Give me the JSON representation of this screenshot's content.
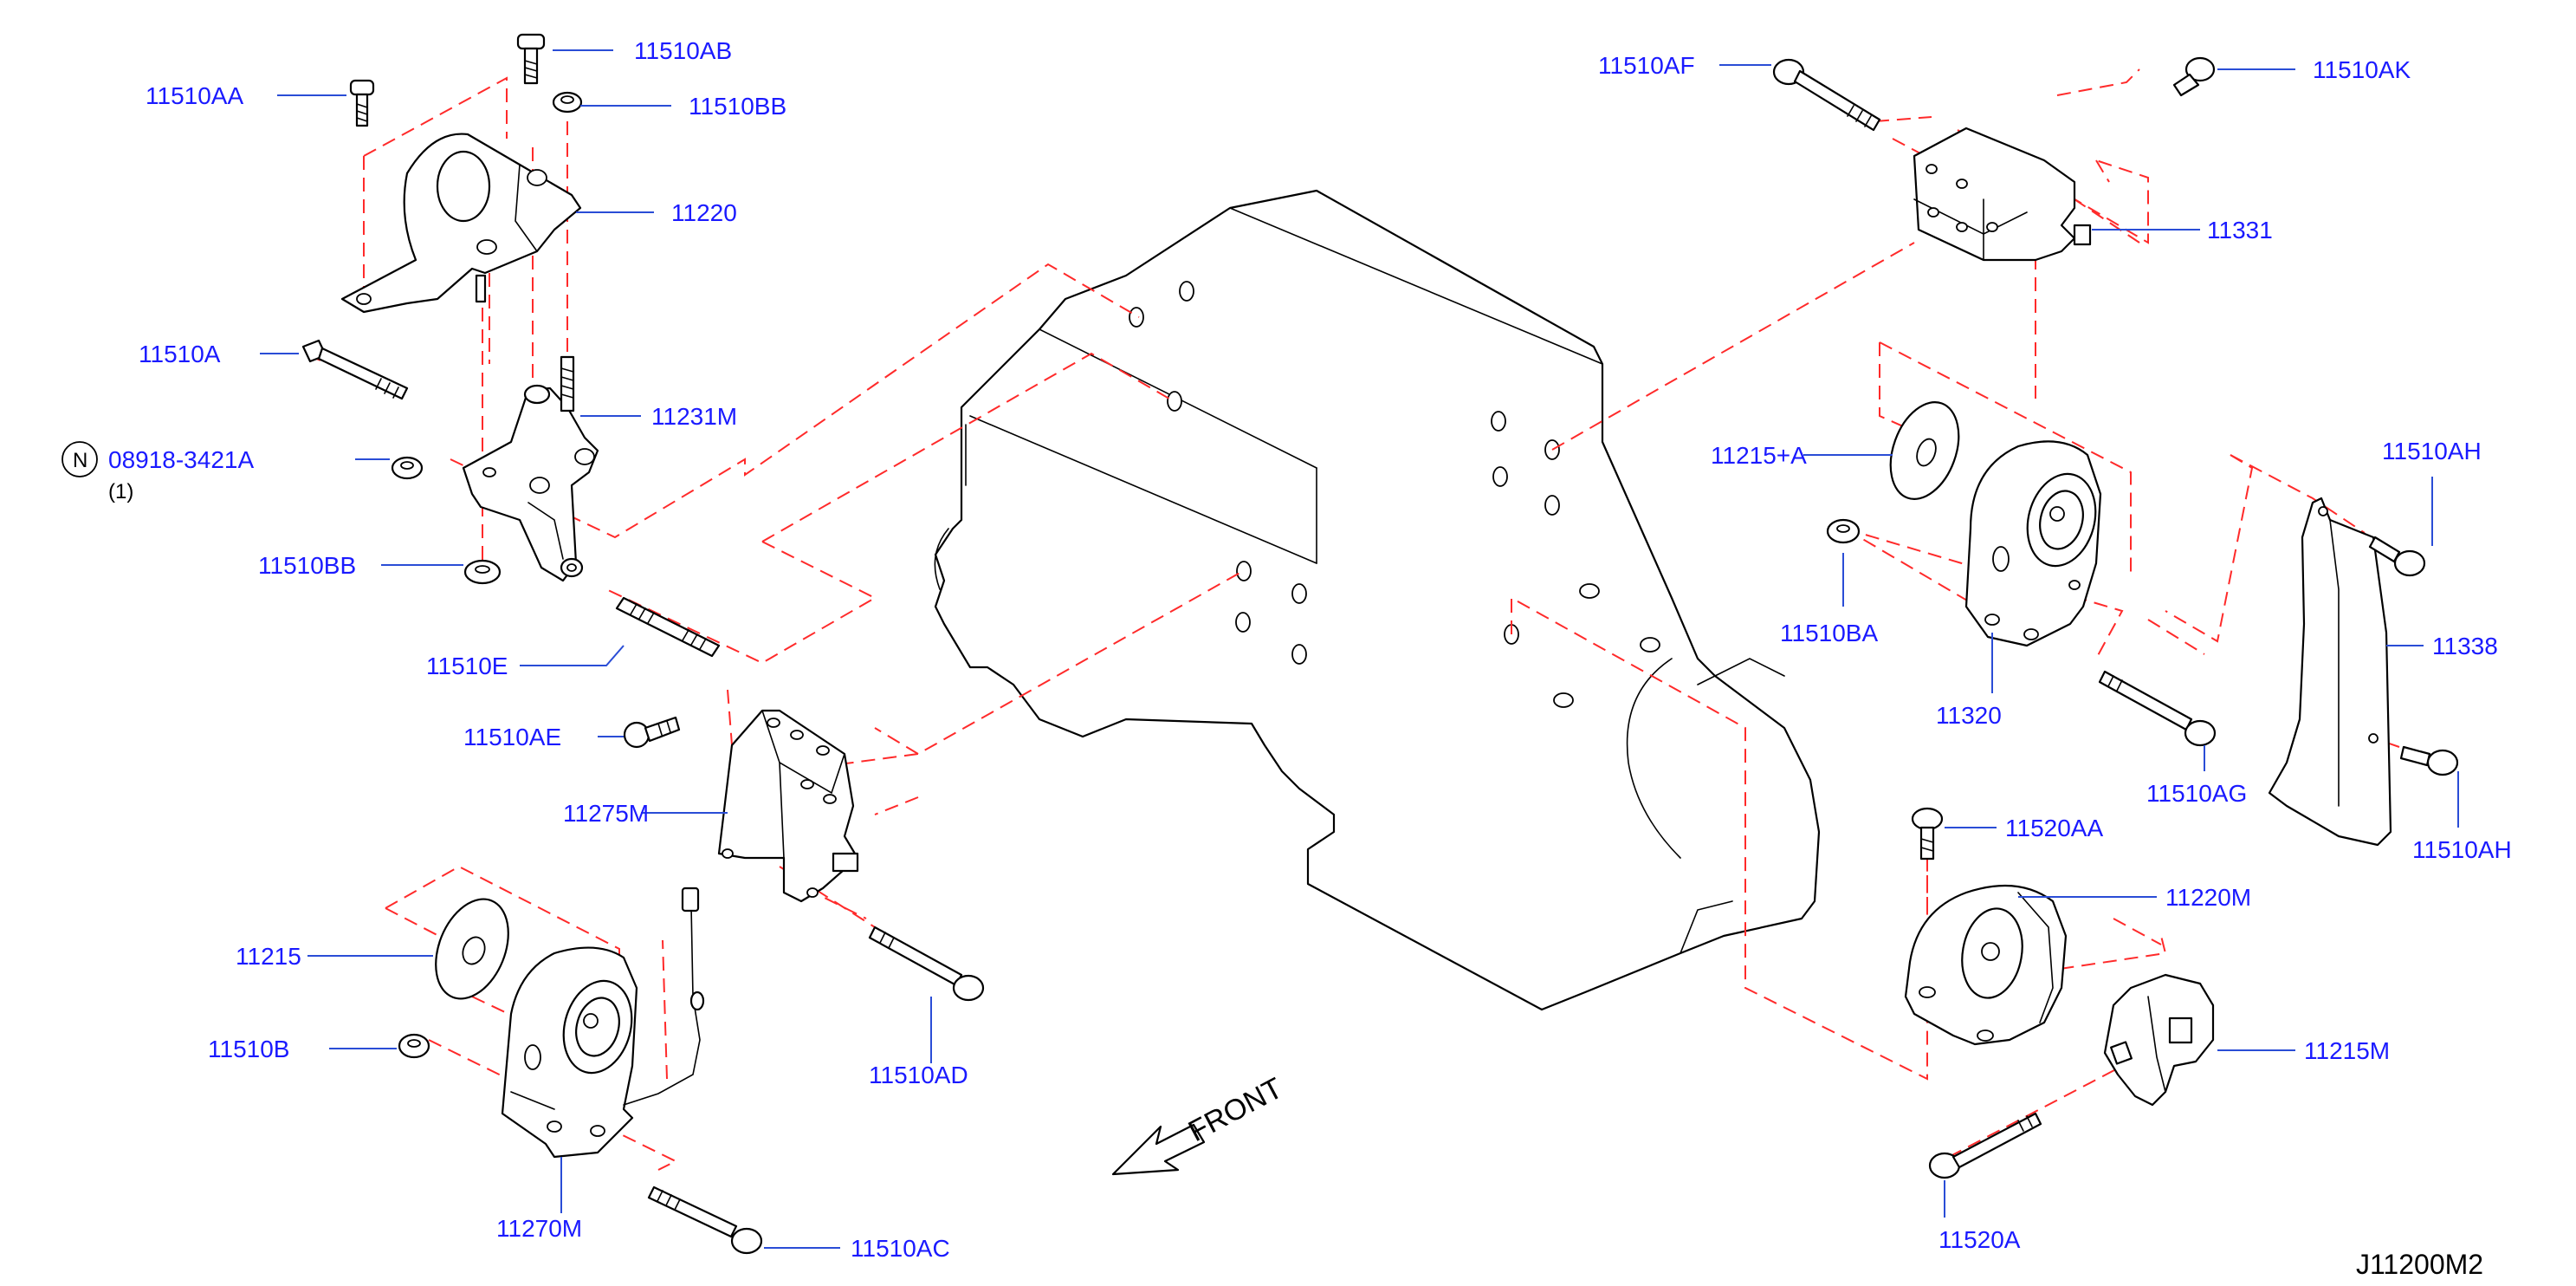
{
  "callouts": [
    {
      "id": "11510AB",
      "text": "11510AB"
    },
    {
      "id": "11510AA",
      "text": "11510AA"
    },
    {
      "id": "11510BB_top",
      "text": "11510BB"
    },
    {
      "id": "11220",
      "text": "11220"
    },
    {
      "id": "11510A",
      "text": "11510A"
    },
    {
      "id": "11231M",
      "text": "11231M"
    },
    {
      "id": "08918-3421A",
      "text": "08918-3421A"
    },
    {
      "id": "11510BB_bot",
      "text": "11510BB"
    },
    {
      "id": "11510E",
      "text": "11510E"
    },
    {
      "id": "11510AE",
      "text": "11510AE"
    },
    {
      "id": "11275M",
      "text": "11275M"
    },
    {
      "id": "11215",
      "text": "11215"
    },
    {
      "id": "11510B",
      "text": "11510B"
    },
    {
      "id": "11510AD",
      "text": "11510AD"
    },
    {
      "id": "11270M",
      "text": "11270M"
    },
    {
      "id": "11510AC",
      "text": "11510AC"
    },
    {
      "id": "11510AF",
      "text": "11510AF"
    },
    {
      "id": "11510AK",
      "text": "11510AK"
    },
    {
      "id": "11331",
      "text": "11331"
    },
    {
      "id": "11215+A",
      "text": "11215+A"
    },
    {
      "id": "11510AH_top",
      "text": "11510AH"
    },
    {
      "id": "11510BA",
      "text": "11510BA"
    },
    {
      "id": "11338",
      "text": "11338"
    },
    {
      "id": "11320",
      "text": "11320"
    },
    {
      "id": "11510AG",
      "text": "11510AG"
    },
    {
      "id": "11510AH_bot",
      "text": "11510AH"
    },
    {
      "id": "11520AA",
      "text": "11520AA"
    },
    {
      "id": "11220M",
      "text": "11220M"
    },
    {
      "id": "11215M",
      "text": "11215M"
    },
    {
      "id": "11520A",
      "text": "11520A"
    }
  ],
  "note": {
    "symbol": "N",
    "quantity": "(1)"
  },
  "front_label": "FRONT",
  "diagram_id": "J11200M2",
  "colors": {
    "label": "#1a1aff",
    "leader": "#2a4dd6",
    "dashed_link": "#ff2a2a",
    "outline": "#000000",
    "background": "#ffffff"
  }
}
